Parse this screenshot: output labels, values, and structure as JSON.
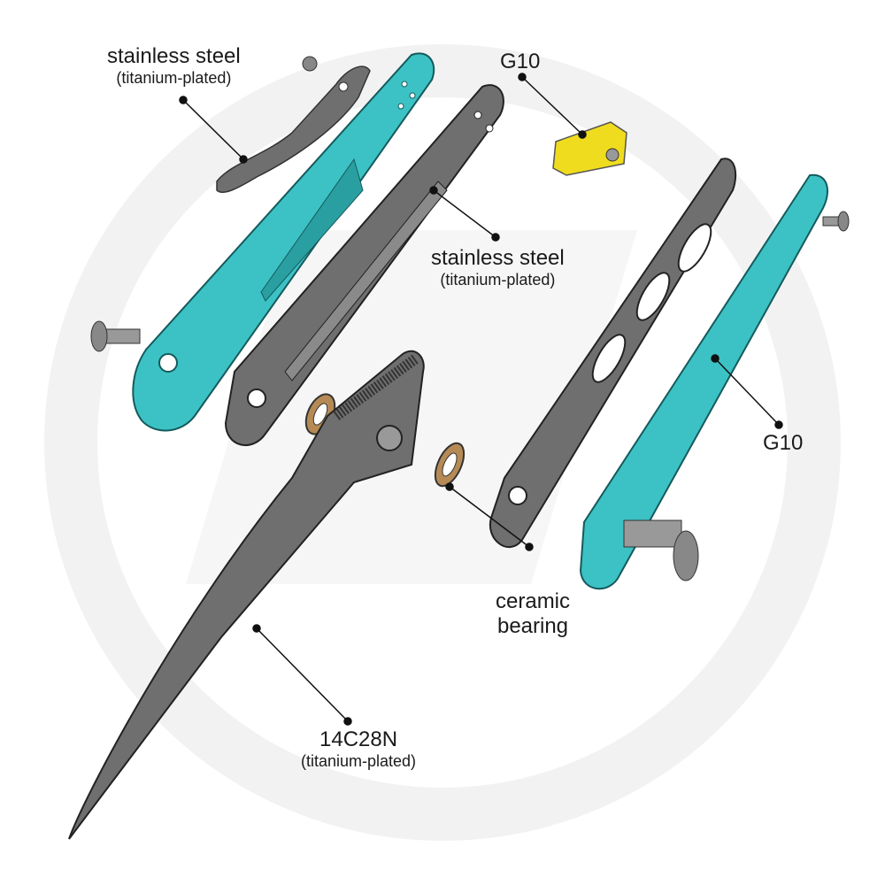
{
  "labels": {
    "clip": {
      "material": "stainless steel",
      "note": "(titanium-plated)"
    },
    "backspacer": {
      "material": "G10"
    },
    "liner": {
      "material": "stainless steel",
      "note": "(titanium-plated)"
    },
    "scale": {
      "material": "G10"
    },
    "bearing": {
      "line1": "ceramic",
      "line2": "bearing"
    },
    "blade": {
      "material": "14C28N",
      "note": "(titanium-plated)"
    }
  },
  "colors": {
    "g10_teal": "#3cc2c4",
    "steel_gray": "#6f6f6f",
    "spacer_yellow": "#f0dc1e",
    "bearing_bronze": "#b58a55",
    "watermark": "#f3f3f3"
  }
}
